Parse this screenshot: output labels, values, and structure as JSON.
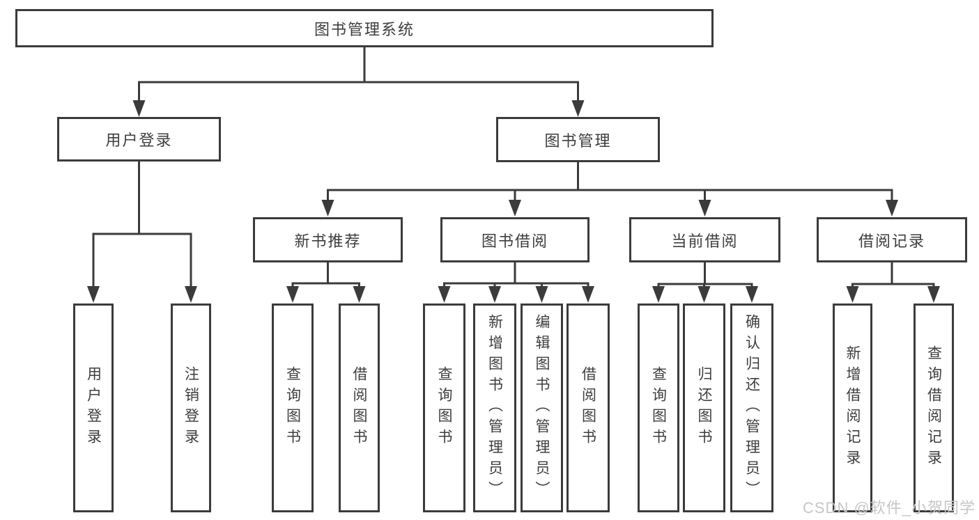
{
  "diagram": {
    "type": "tree",
    "title": "图书管理系统",
    "hierarchy": {
      "图书管理系统": {
        "用户登录": [
          "用户登录",
          "注销登录"
        ],
        "图书管理": {
          "新书推荐": [
            "查询图书",
            "借阅图书"
          ],
          "图书借阅": [
            "查询图书",
            "新增图书（管理员）",
            "编辑图书（管理员）",
            "借阅图书"
          ],
          "当前借阅": [
            "查询图书",
            "归还图书",
            "确认归还（管理员）"
          ],
          "借阅记录": [
            "新增借阅记录",
            "查询借阅记录"
          ]
        }
      }
    }
  },
  "nodes": {
    "root": "图书管理系统",
    "user_login": "用户登录",
    "book_mgmt": "图书管理",
    "login": "用户登录",
    "logout": "注销登录",
    "new_book_rec": "新书推荐",
    "book_borrow": "图书借阅",
    "current_borrow": "当前借阅",
    "borrow_record": "借阅记录",
    "query_book_1": "查询图书",
    "borrow_book_1": "借阅图书",
    "query_book_2": "查询图书",
    "add_book": "新增图书（管理员）",
    "edit_book": "编辑图书（管理员）",
    "borrow_book_2": "借阅图书",
    "query_book_3": "查询图书",
    "return_book": "归还图书",
    "confirm_return": "确认归还（管理员）",
    "add_borrow_record": "新增借阅记录",
    "query_borrow_record": "查询借阅记录"
  },
  "watermark": {
    "text": "CSDN @软件_小贺同学",
    "color": "#c6c6c6"
  },
  "colors": {
    "line": "#3b3b3b",
    "text": "#3d3d3d",
    "background": "#ffffff"
  }
}
